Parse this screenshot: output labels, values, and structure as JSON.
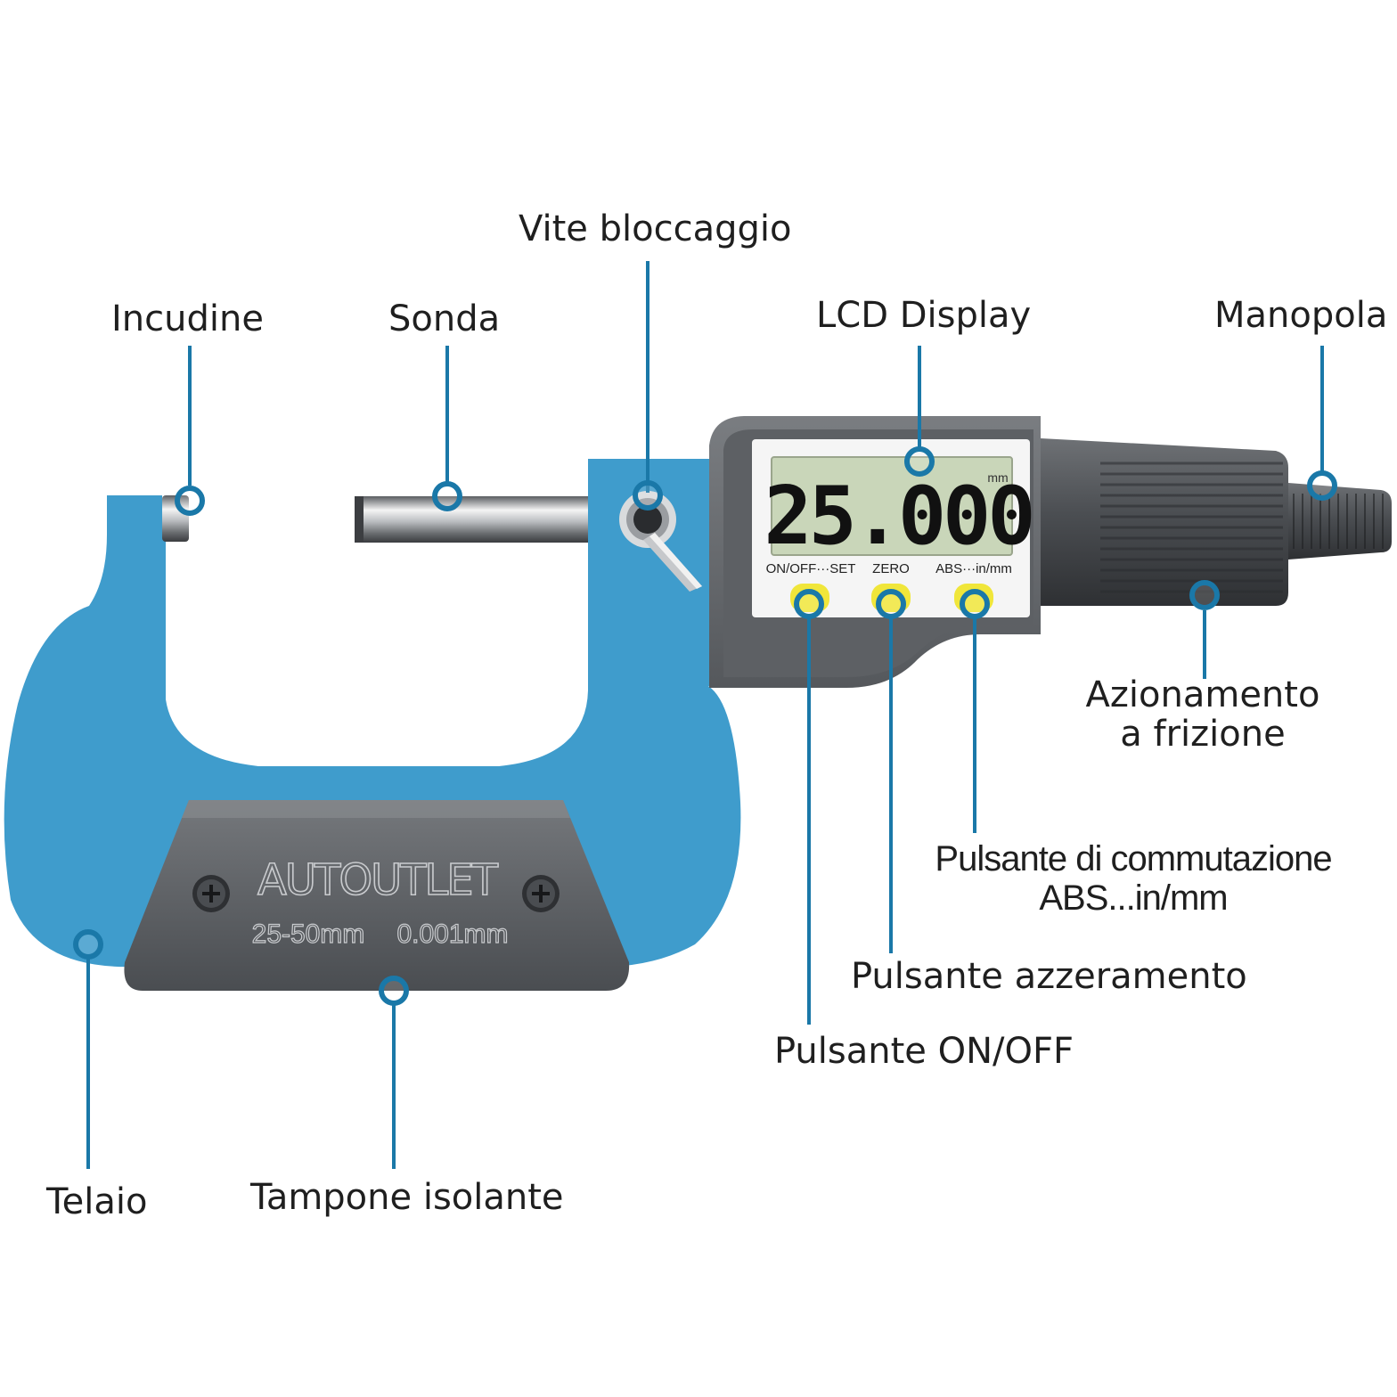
{
  "colors": {
    "leader": "#1a78a8",
    "frame": "#3f9ccc",
    "frame_dark": "#2f86b4",
    "body_grey": "#6b6e72",
    "body_dark": "#3e4145",
    "lcd": "#c9d6b9",
    "button": "#f0e63a"
  },
  "labels": {
    "vite_bloccaggio": "Vite bloccaggio",
    "incudine": "Incudine",
    "sonda": "Sonda",
    "lcd_display": "LCD Display",
    "manopola": "Manopola",
    "azionamento_line1": "Azionamento",
    "azionamento_line2": "a frizione",
    "pulsante_commutazione_line1": "Pulsante di commutazione",
    "pulsante_commutazione_line2": "ABS...in/mm",
    "pulsante_azzeramento": "Pulsante azzeramento",
    "pulsante_onoff": "Pulsante ON/OFF",
    "telaio": "Telaio",
    "tampone_isolante": "Tampone isolante"
  },
  "device": {
    "lcd_reading": "25.000",
    "lcd_unit": "mm",
    "button_onoff": "ON/OFF···SET",
    "button_zero": "ZERO",
    "button_abs": "ABS···in/mm",
    "brand": "AUTOUTLET",
    "range": "25-50mm",
    "resolution": "0.001mm"
  },
  "icons": {
    "screw": "phillips-screw-icon",
    "callout": "callout-ring-icon"
  }
}
